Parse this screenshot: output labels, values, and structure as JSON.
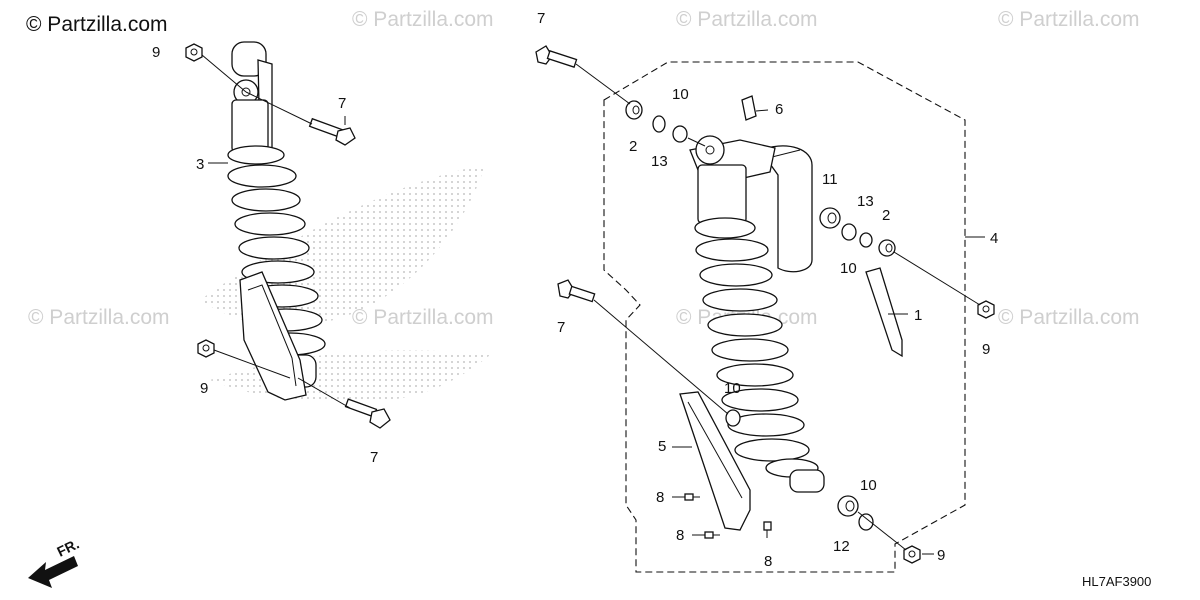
{
  "brand": "© Partzilla.com",
  "watermark_text": "© Partzilla.com",
  "diagram_code": "HL7AF3900",
  "direction_label": "FR.",
  "callouts": {
    "left_9_top": "9",
    "left_7_top": "7",
    "left_3": "3",
    "left_9_bottom": "9",
    "left_7_bottom": "7",
    "right_7_top": "7",
    "right_10_top": "10",
    "right_6": "6",
    "right_2_top": "2",
    "right_13_top": "13",
    "right_11": "11",
    "right_13_mid": "13",
    "right_2_mid": "2",
    "right_4": "4",
    "right_10_mid": "10",
    "right_1": "1",
    "right_9_mid": "9",
    "right_7_mid": "7",
    "right_10_low": "10",
    "right_5": "5",
    "right_8_a": "8",
    "right_8_b": "8",
    "right_8_c": "8",
    "right_10_bottom": "10",
    "right_12": "12",
    "right_9_bottom": "9"
  },
  "colors": {
    "ink": "#111111",
    "watermark": "#cfcfcf",
    "background": "#ffffff"
  }
}
